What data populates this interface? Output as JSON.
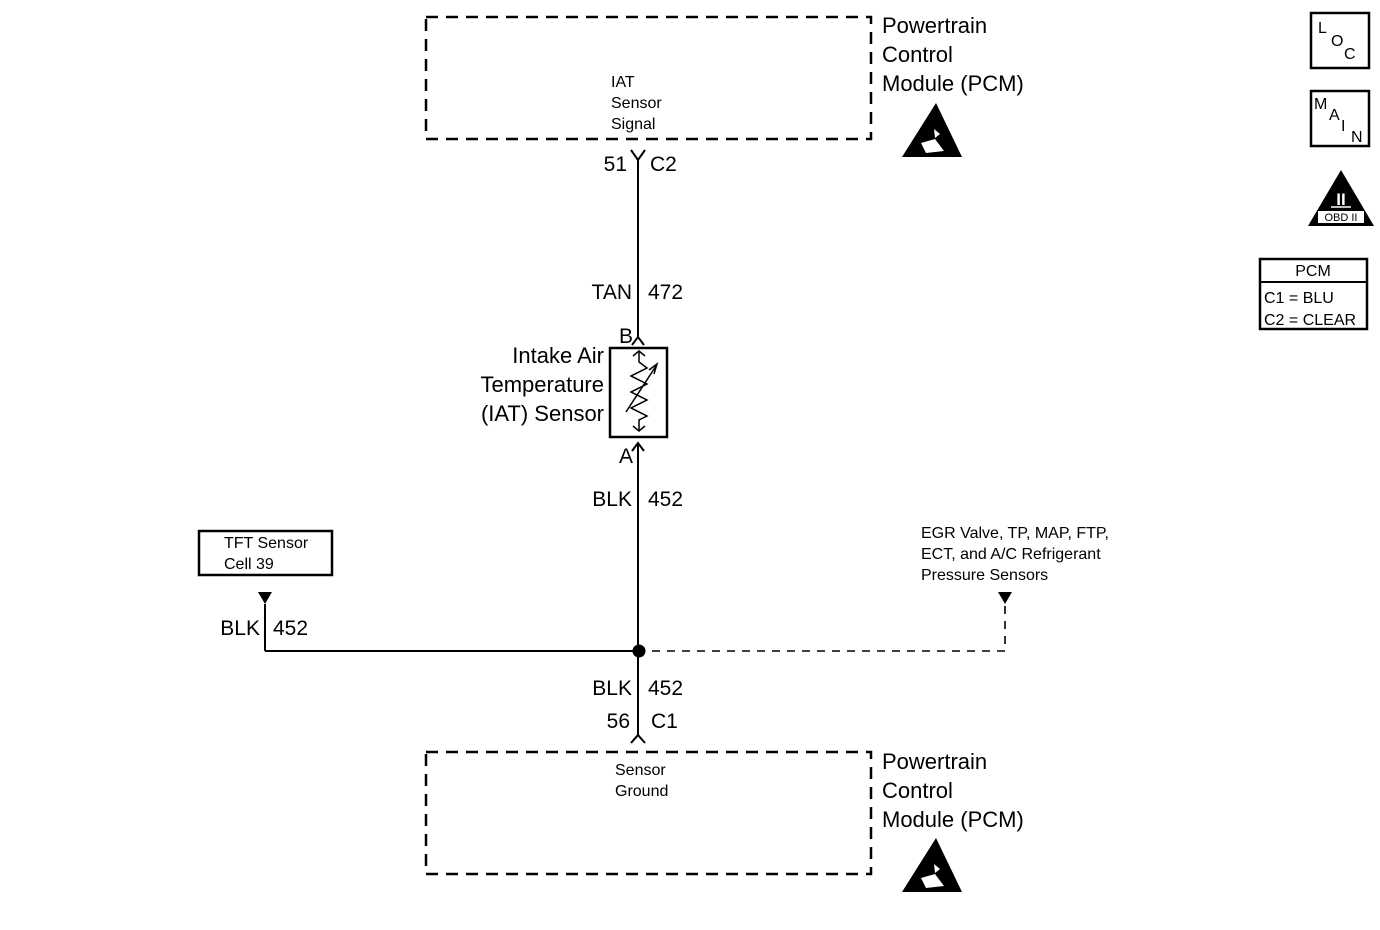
{
  "pcm_top": {
    "title_line1": "Powertrain",
    "title_line2": "Control",
    "title_line3": "Module (PCM)",
    "signal_line1": "IAT",
    "signal_line2": "Sensor",
    "signal_line3": "Signal",
    "pin": "51",
    "connector": "C2"
  },
  "wire_top": {
    "color": "TAN",
    "circuit": "472"
  },
  "sensor": {
    "pin_top": "B",
    "pin_bottom": "A",
    "name_line1": "Intake Air",
    "name_line2": "Temperature",
    "name_line3": "(IAT) Sensor"
  },
  "wire_mid": {
    "color": "BLK",
    "circuit": "452"
  },
  "tft_ref": {
    "line1": "TFT Sensor",
    "line2": "Cell 39"
  },
  "wire_left": {
    "color": "BLK",
    "circuit": "452"
  },
  "other_sensors": {
    "line1": "EGR Valve, TP, MAP, FTP,",
    "line2": "ECT, and A/C Refrigerant",
    "line3": "Pressure Sensors"
  },
  "wire_bottom": {
    "color": "BLK",
    "circuit": "452"
  },
  "pcm_bottom": {
    "pin": "56",
    "connector": "C1",
    "signal_line1": "Sensor",
    "signal_line2": "Ground",
    "title_line1": "Powertrain",
    "title_line2": "Control",
    "title_line3": "Module (PCM)"
  },
  "legend": {
    "loc": [
      "L",
      "O",
      "C"
    ],
    "main": [
      "M",
      "A",
      "I",
      "N"
    ],
    "obd_mark": "II",
    "obd_label": "OBD II",
    "pcm_table": {
      "header": "PCM",
      "row1": "C1 = BLU",
      "row2": "C2 = CLEAR"
    }
  }
}
